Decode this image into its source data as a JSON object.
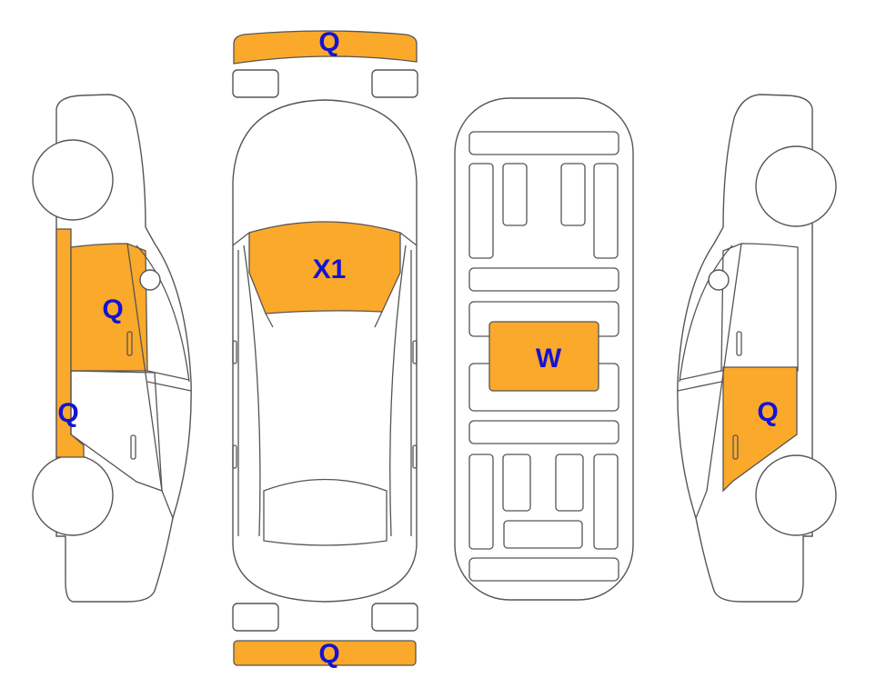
{
  "colors": {
    "damage_fill": "#FBA92B",
    "label": "#1414D2",
    "outline": "#555555"
  },
  "labels": {
    "front_bumper": "Q",
    "windshield": "X1",
    "rear_bumper": "Q",
    "underbody": "W",
    "left_front_door": "Q",
    "left_rocker": "Q",
    "right_rear_door": "Q"
  }
}
